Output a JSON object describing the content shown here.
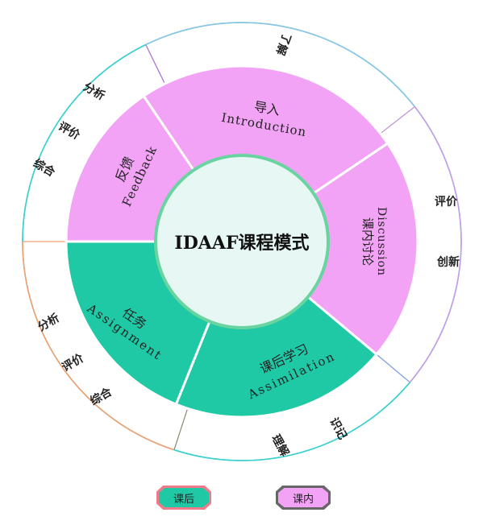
{
  "center": {
    "title": "IDAAF课程模式"
  },
  "segments": {
    "intro": {
      "zh": "导入",
      "en": "Introduction"
    },
    "discussion": {
      "zh": "课内讨论",
      "en": "Discussion"
    },
    "assimilation": {
      "zh": "课后学习",
      "en": "Assimilation"
    },
    "assignment": {
      "zh": "任务",
      "en": "Assignment"
    },
    "feedback": {
      "zh": "反馈",
      "en": "Feedback"
    }
  },
  "outer": {
    "top": {
      "l1": "了解"
    },
    "right": {
      "l1": "评价",
      "l2": "创新"
    },
    "bottom": {
      "l1": "识记",
      "l2": "理解"
    },
    "left_lower": {
      "l1": "分析",
      "l2": "评价",
      "l3": "综合"
    },
    "left_upper": {
      "l1": "分析",
      "l2": "评价",
      "l3": "综合"
    }
  },
  "legend": {
    "after": {
      "label": "课后"
    },
    "in": {
      "label": "课内"
    }
  },
  "colors": {
    "pink": "#f3a3f5",
    "teal": "#1fc9a6",
    "center_fill": "#e6f7f4",
    "center_ring": "#6ad4a0"
  }
}
